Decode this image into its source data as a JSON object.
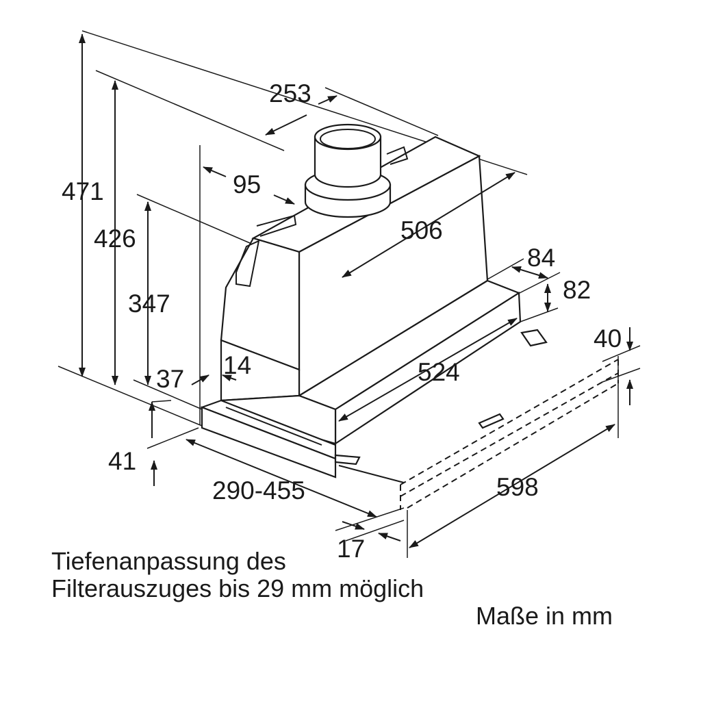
{
  "dimensions": {
    "d471": "471",
    "d426": "426",
    "d347": "347",
    "d253": "253",
    "d95": "95",
    "d506": "506",
    "d84": "84",
    "d82": "82",
    "d40": "40",
    "d524": "524",
    "d37": "37",
    "d14": "14",
    "d41": "41",
    "d290_455": "290-455",
    "d598": "598",
    "d17": "17"
  },
  "caption": {
    "line1": "Tiefenanpassung des",
    "line2": "Filterauszuges bis 29 mm möglich",
    "units": "Maße in mm"
  }
}
